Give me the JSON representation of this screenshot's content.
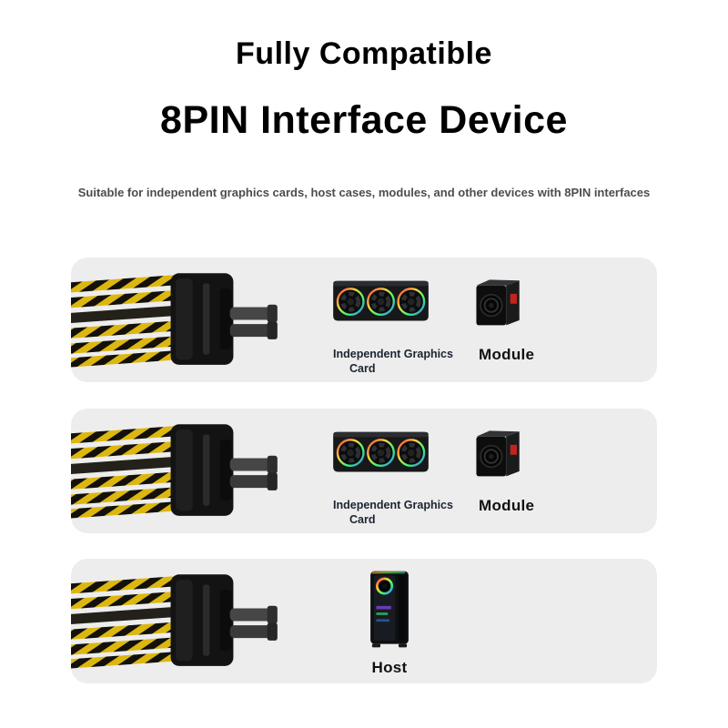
{
  "page": {
    "title_line1": "Fully Compatible",
    "title_line2": "8PIN Interface Device",
    "subtitle": "Suitable for independent graphics cards, host cases, modules, and other devices with 8PIN interfaces"
  },
  "rows": [
    {
      "graphics_card_label_line1": "Independent Graphics",
      "graphics_card_label_line2": "Card",
      "module_label": "Module"
    },
    {
      "graphics_card_label_line1": "Independent Graphics",
      "graphics_card_label_line2": "Card",
      "module_label": "Module"
    },
    {
      "host_label": "Host"
    }
  ],
  "icons": {
    "cable": "8pin-cable-connector",
    "graphics_card": "independent-graphics-card-photo",
    "module": "power-module-photo",
    "host": "pc-tower-host-photo"
  },
  "colors": {
    "card_background": "#ededed",
    "wire_yellow": "#dcb70f",
    "wire_black": "#14110b",
    "label_dark": "#1b2430"
  }
}
